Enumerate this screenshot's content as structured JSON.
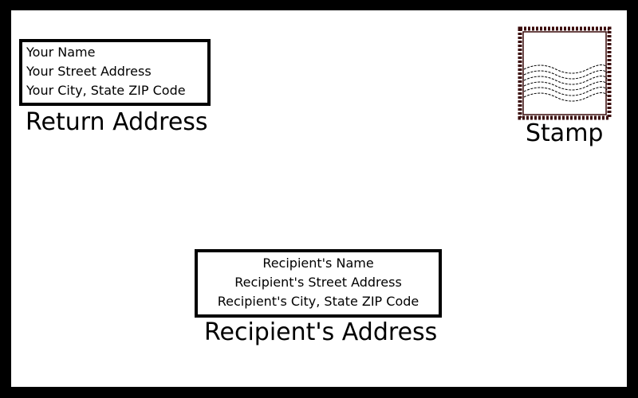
{
  "return_address": {
    "lines": [
      "Your Name",
      "Your Street Address",
      "Your City, State ZIP Code"
    ],
    "caption": "Return Address"
  },
  "recipient_address": {
    "lines": [
      "Recipient's Name",
      "Recipient's Street Address",
      "Recipient's City, State ZIP Code"
    ],
    "caption": "Recipient's Address"
  },
  "stamp": {
    "caption": "Stamp",
    "icon": "postmark-wave-icon",
    "border_color": "#3a0c0c"
  },
  "colors": {
    "background": "#000000",
    "envelope": "#ffffff",
    "text": "#000000"
  }
}
